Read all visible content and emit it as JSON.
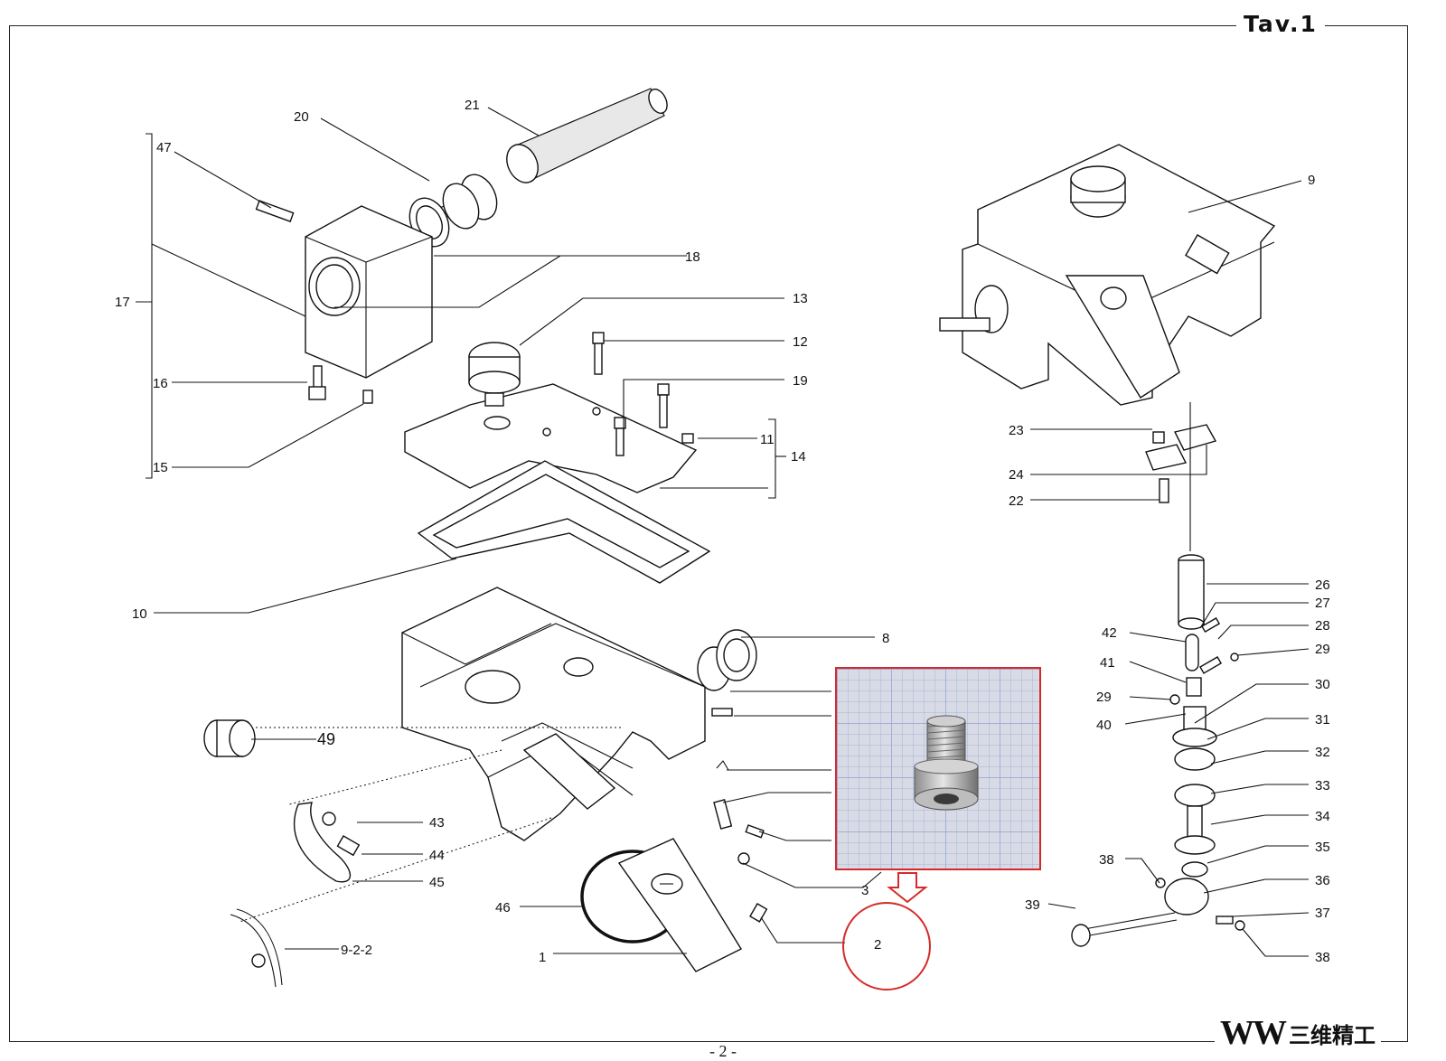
{
  "header": {
    "table_title": "Tav.1"
  },
  "footer": {
    "page_number": "- 2 -",
    "brand_logo_text": "W",
    "brand_text": "三维精工"
  },
  "diagram": {
    "labels": [
      "1",
      "2",
      "3",
      "8",
      "9",
      "9-2-2",
      "10",
      "11",
      "12",
      "13",
      "14",
      "15",
      "16",
      "17",
      "18",
      "19",
      "20",
      "21",
      "22",
      "23",
      "24",
      "26",
      "27",
      "28",
      "29",
      "29",
      "30",
      "31",
      "32",
      "33",
      "34",
      "35",
      "36",
      "37",
      "38",
      "38",
      "39",
      "40",
      "41",
      "42",
      "43",
      "44",
      "45",
      "46",
      "47",
      "49"
    ],
    "highlighted_part": "2",
    "colors": {
      "highlight": "#d62a2a",
      "line": "#111111",
      "photo_grid": "#9fb0d6"
    }
  }
}
